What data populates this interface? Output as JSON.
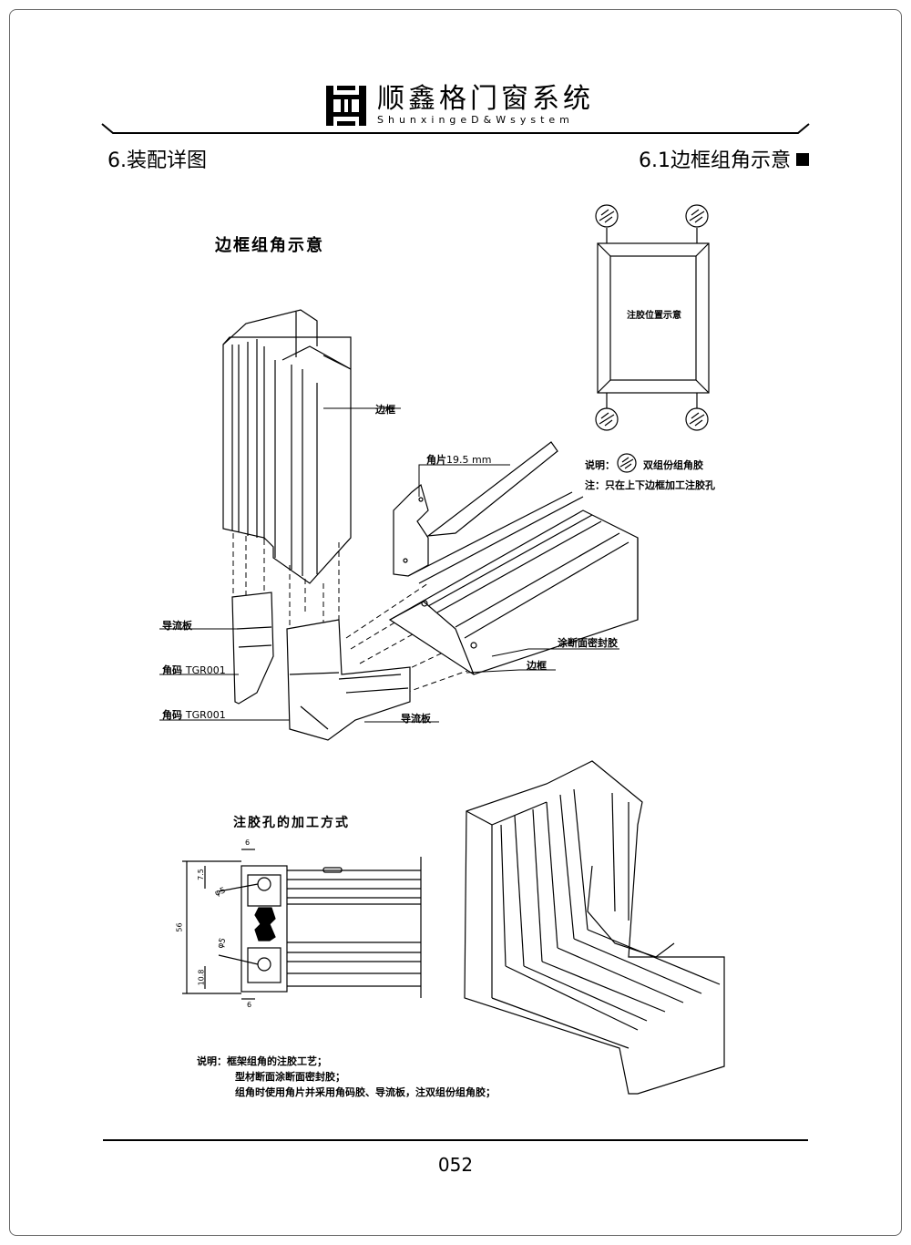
{
  "header": {
    "brand_cn": "顺鑫格门窗系统",
    "brand_en": "ShunxingeD&Wsystem"
  },
  "section": {
    "left": "6.装配详图",
    "right": "6.1边框组角示意"
  },
  "figure1": {
    "title": "边框组角示意",
    "labels": {
      "frame_top": "边框",
      "corner_piece_prefix": "角片",
      "corner_piece_value": "19.5 mm",
      "guide_plate_left": "导流板",
      "corner_code1_prefix": "角码",
      "corner_code1_value": "TGR001",
      "corner_code2_prefix": "角码",
      "corner_code2_value": "TGR001",
      "guide_plate_bottom": "导流板",
      "sealant": "涂断面密封胶",
      "frame_bottom": "边框"
    }
  },
  "glue_panel": {
    "center_text": "注胶位置示意",
    "legend_prefix": "说明：",
    "legend_text": "双组份组角胶",
    "note": "注：只在上下边框加工注胶孔"
  },
  "figure2": {
    "title": "注胶孔的加工方式",
    "dims": {
      "d1": "6",
      "d2": "7.5",
      "d3": "φ5",
      "d4": "56",
      "d5": "φ5",
      "d6": "10.8",
      "d7": "6"
    }
  },
  "notes": {
    "line1": "说明：框架组角的注胶工艺；",
    "line2": "型材断面涂断面密封胶；",
    "line3": "组角时使用角片并采用角码胶、导流板，注双组份组角胶；"
  },
  "page_number": "052"
}
